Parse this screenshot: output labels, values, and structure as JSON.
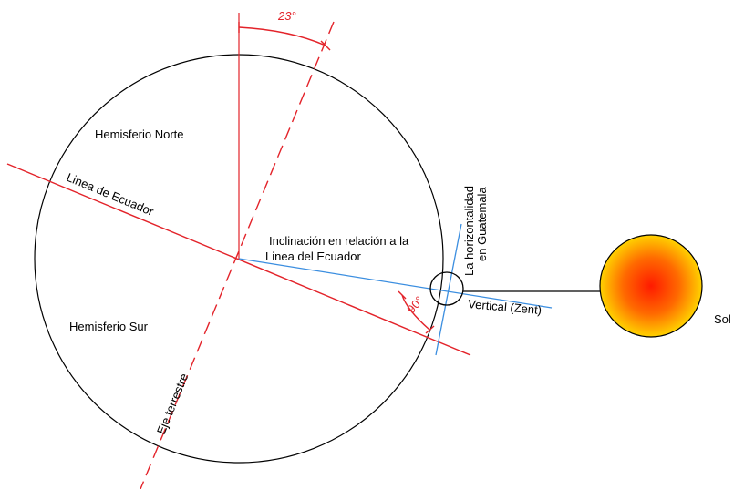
{
  "labels": {
    "angle_top": "23°",
    "hemisferio_norte": "Hemisferio Norte",
    "hemisferio_sur": "Hemisferio Sur",
    "linea_ecuador": "Linea de Ecuador",
    "inclinacion_line1": "Inclinación en relación a la",
    "inclinacion_line2": "Linea del Ecuador",
    "horizontalidad_line1": "La horizontalidad",
    "horizontalidad_line2": "en Guatemala",
    "vertical": "Vertical (Zent)",
    "angle_90": "90°",
    "eje_terrestre": "Eje terrestre",
    "sol": "Sol"
  },
  "colors": {
    "outline": "#000000",
    "axis_red": "#e3232a",
    "inclination_blue": "#3b8ee0",
    "sun_center": "#ff1a00",
    "sun_mid": "#ff6a00",
    "sun_edge": "#ffd200"
  }
}
